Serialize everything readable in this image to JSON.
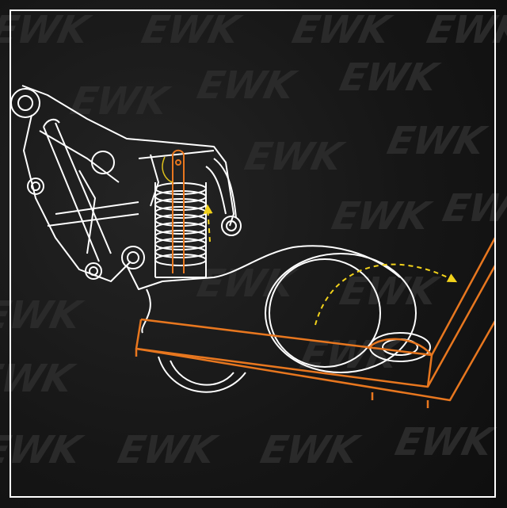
{
  "watermark": {
    "text": "EWK"
  },
  "colors": {
    "background": "#161616",
    "watermark": "#2a2a2a",
    "outline": "#ffffff",
    "accent_orange": "#e8771f",
    "arrow_yellow": "#f2d21b"
  },
  "icons": [
    "frame",
    "linkage-arm",
    "spring",
    "wheel",
    "hinged-plate",
    "motion-arrow"
  ]
}
